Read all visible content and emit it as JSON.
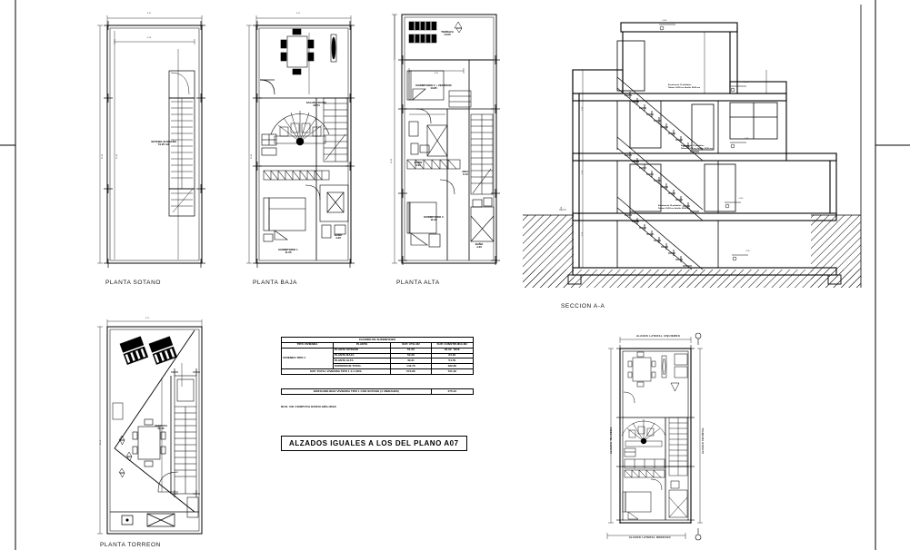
{
  "sheet": {
    "title": "Planos de vivienda unifamiliar - plantas, seccion y cuadro de superficies",
    "background": "#ffffff",
    "line_color": "#000000"
  },
  "plans": [
    {
      "id": "planta-sotano",
      "title": "PLANTA SOTANO",
      "rooms": [
        {
          "name": "SOTANO-ALMACÉN",
          "area": "51.20 m2"
        }
      ],
      "dims_top": [
        "6.11",
        "4.24"
      ],
      "dims_left": [
        "12.95",
        "12.95"
      ]
    },
    {
      "id": "planta-baja",
      "title": "PLANTA BAJA",
      "rooms": [
        {
          "name": "SALON-COCINA",
          "area": "32.74"
        },
        {
          "name": "DORMITORIO 1",
          "area": "11.05"
        },
        {
          "name": "BAÑO",
          "area": "4.20"
        }
      ],
      "dims_top": [
        "6.11"
      ],
      "dims_left": [
        "12.95"
      ]
    },
    {
      "id": "planta-alta",
      "title": "PLANTA ALTA",
      "rooms": [
        {
          "name": "TERRAZA",
          "area": "14.05"
        },
        {
          "name": "DORMITORIO 2 + VESTIDOR",
          "area": "13.85"
        },
        {
          "name": "BAÑO",
          "area": "4.20"
        },
        {
          "name": "DORMITORIO 3",
          "area": "11.00"
        },
        {
          "name": "DIST.",
          "area": "6.10"
        }
      ],
      "dims_top": [
        "6.11",
        "4.61"
      ],
      "dims_left": [
        "12.95"
      ]
    },
    {
      "id": "planta-torreon",
      "title": "PLANTA TORREON",
      "rooms": [
        {
          "name": "TERRAZA",
          "area": "42.45"
        }
      ],
      "dims_top": [
        "6.11"
      ],
      "dims_left": [
        "14.75"
      ]
    },
    {
      "id": "planta-baja-alzados",
      "title": "",
      "labels_top": "ALZADO LATERAL IZQUIERDO",
      "labels_bottom": "ALZADO LATERAL DERECHO",
      "labels_left": "ALZADO TRASERO",
      "labels_right": "ALZADO FRONTAL"
    }
  ],
  "section": {
    "id": "seccion-aa",
    "title": "SECCION A-A",
    "stair_notes": [
      "Escalera de 17 peldaños",
      "Tabica: 18.52 cm  Huella: 28.00 cm"
    ],
    "stair_notes_2": [
      "Escalera de 17 peldaños",
      "Tabica: 18.52 cm  Huella: 28.00 cm"
    ],
    "stair_notes_3": [
      "Escalera de 19 peldaños",
      "Tabica: 18.52 cm  Huella: 28.00 cm"
    ],
    "levels": [
      "+8.80",
      "+5.86",
      "+2.93",
      "+0.00",
      "-2.95"
    ],
    "heights": [
      "1.00",
      "2.93",
      "2.93",
      "2.93",
      "1.00",
      "1.00"
    ]
  },
  "table": {
    "title": "CUADRO DE SUPERFICIES",
    "headers": [
      "TIPO VIVIENDA",
      "PLANTA",
      "SUP. ÚTIL M2",
      "SUP. CONSTRUIDA M2"
    ],
    "type_label": "VIVIENDA TIPO 1",
    "rows": [
      {
        "planta": "PLANTA SOTANO",
        "util": "51.20",
        "construida": "64.02",
        "flag": "NCE"
      },
      {
        "planta": "PLANTA BAJA",
        "util": "52.29",
        "construida": "64.02",
        "flag": ""
      },
      {
        "planta": "PLANTA ALTA",
        "util": "40.21",
        "construida": "54.79",
        "flag": ""
      },
      {
        "planta": "SUPERFICIE TOTAL",
        "util": "143.70",
        "construida": "182.83",
        "flag": ""
      }
    ],
    "total_row": {
      "label": "SUP. TOTAL VIVIENDA TIPO 1 X 4 UDS.",
      "util": "574.80",
      "construida": "731.32"
    },
    "edificabilidad_row": {
      "label": "EDIFICABILIDAD VIVIENDA TIPO 1 CON SOTANO (4 UNIDADES)",
      "value": "475.24"
    },
    "footnote": "NCE:  NO COMPUTA EDIFICABILIDAD"
  },
  "callout": {
    "text": "ALZADOS IGUALES A LOS DEL PLANO A07"
  }
}
